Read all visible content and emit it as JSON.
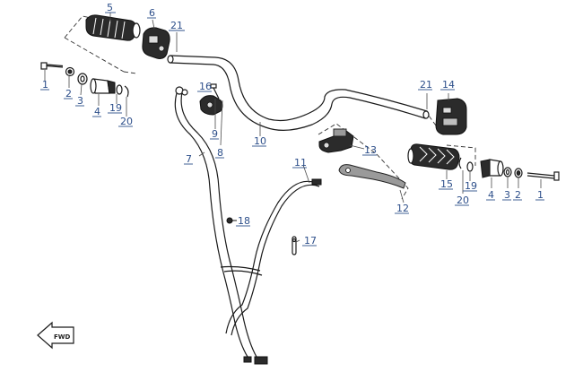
{
  "callouts": {
    "c1a": "1",
    "c2a": "2",
    "c3a": "3",
    "c4a": "4",
    "c5": "5",
    "c6": "6",
    "c7": "7",
    "c8": "8",
    "c9": "9",
    "c10": "10",
    "c11": "11",
    "c12": "12",
    "c13": "13",
    "c14": "14",
    "c15": "15",
    "c16": "16",
    "c17": "17",
    "c18": "18",
    "c19a": "19",
    "c20a": "20",
    "c21a": "21",
    "c21b": "21",
    "c1b": "1",
    "c2b": "2",
    "c3b": "3",
    "c4b": "4",
    "c19b": "19",
    "c20b": "20"
  },
  "fwd_label": "FWD",
  "colors": {
    "callout": "#2d4f8a",
    "line": "#1a1a1a",
    "part_dark": "#2b2b2b"
  }
}
